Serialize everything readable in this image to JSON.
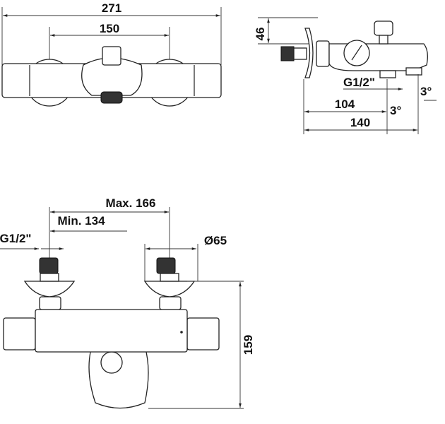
{
  "front_view_top": {
    "overall_width": "271",
    "center_distance": "150"
  },
  "side_view": {
    "height": "46",
    "thread": "G1/2\"",
    "angle_top": "3°",
    "angle_bottom": "3°",
    "depth_outlet": "104",
    "depth_total": "140"
  },
  "front_view_bottom": {
    "max_distance": "Max. 166",
    "min_distance": "Min. 134",
    "thread": "G1/2\"",
    "rosette_diameter": "Ø65",
    "total_height": "159"
  }
}
